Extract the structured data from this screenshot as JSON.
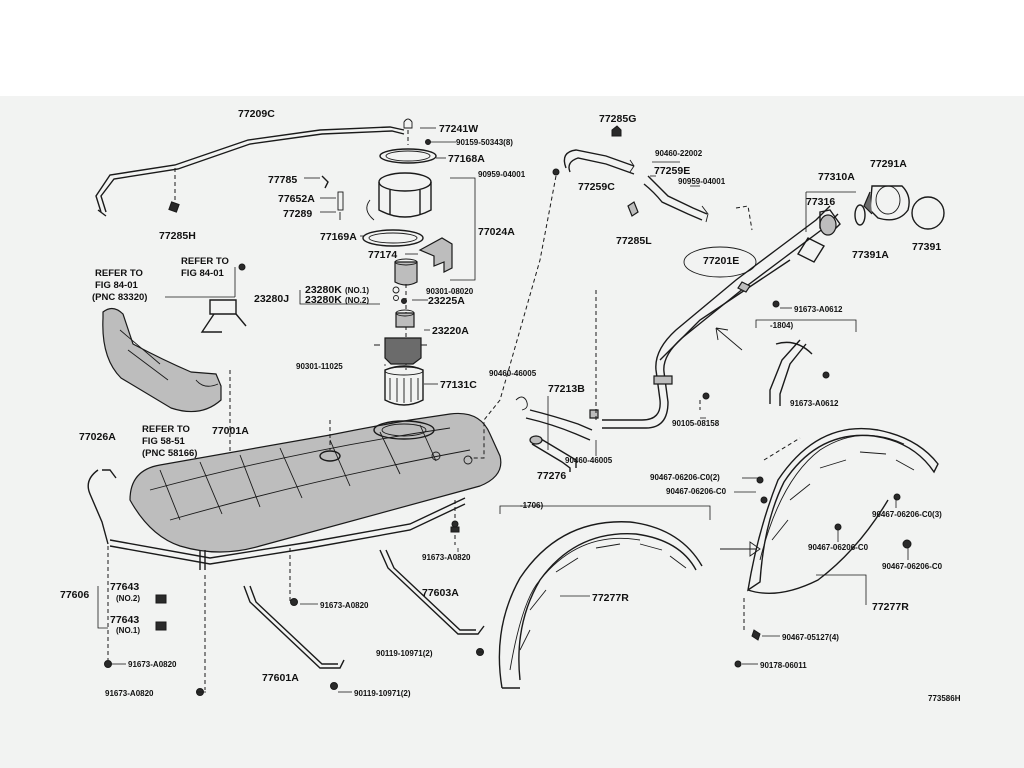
{
  "callouts": [
    {
      "id": "c1",
      "text": "77209C"
    },
    {
      "id": "c2",
      "text": "77241W"
    },
    {
      "id": "c3",
      "text": "90159-50343(8)"
    },
    {
      "id": "c4",
      "text": "77168A"
    },
    {
      "id": "c5",
      "text": "77785"
    },
    {
      "id": "c6",
      "text": "77652A"
    },
    {
      "id": "c7",
      "text": "77289"
    },
    {
      "id": "c8",
      "text": "77024A"
    },
    {
      "id": "c9",
      "text": "77169A"
    },
    {
      "id": "c10",
      "text": "77174"
    },
    {
      "id": "c11",
      "text": "77285H"
    },
    {
      "id": "c12",
      "text": "23280K"
    },
    {
      "id": "c13",
      "text": "(NO.1)"
    },
    {
      "id": "c14",
      "text": "90301-08020"
    },
    {
      "id": "c15",
      "text": "23280J"
    },
    {
      "id": "c16",
      "text": "23280K"
    },
    {
      "id": "c17",
      "text": "(NO.2)"
    },
    {
      "id": "c18",
      "text": "23225A"
    },
    {
      "id": "c19",
      "text": "23220A"
    },
    {
      "id": "c20",
      "text": "90301-11025"
    },
    {
      "id": "c21",
      "text": "77131C"
    },
    {
      "id": "c22",
      "text": "77001A"
    },
    {
      "id": "c23",
      "text": "77026A"
    },
    {
      "id": "c24",
      "text": "77285G"
    },
    {
      "id": "c25",
      "text": "90460-22002"
    },
    {
      "id": "c26",
      "text": "90959-04001"
    },
    {
      "id": "c27",
      "text": "77259C"
    },
    {
      "id": "c28",
      "text": "77259E"
    },
    {
      "id": "c29",
      "text": "90959-04001"
    },
    {
      "id": "c30",
      "text": "77285L"
    },
    {
      "id": "c31",
      "text": "77310A"
    },
    {
      "id": "c32",
      "text": "77291A"
    },
    {
      "id": "c33",
      "text": "77316"
    },
    {
      "id": "c34",
      "text": "77391A"
    },
    {
      "id": "c35",
      "text": "77391"
    },
    {
      "id": "c36",
      "text": "77201E"
    },
    {
      "id": "c37",
      "text": "91673-A0612"
    },
    {
      "id": "c38",
      "text": "-1804)"
    },
    {
      "id": "c39",
      "text": "91673-A0612"
    },
    {
      "id": "c40",
      "text": "90460-46005"
    },
    {
      "id": "c41",
      "text": "77213B"
    },
    {
      "id": "c42",
      "text": "90105-08158"
    },
    {
      "id": "c43",
      "text": "77276"
    },
    {
      "id": "c44",
      "text": "90460-46005"
    },
    {
      "id": "c45",
      "text": "90467-06206-C0(2)"
    },
    {
      "id": "c46",
      "text": "90467-06206-C0"
    },
    {
      "id": "c47",
      "text": "90467-06206-C0(3)"
    },
    {
      "id": "c48",
      "text": "90467-06206-C0"
    },
    {
      "id": "c49",
      "text": "90467-06206-C0"
    },
    {
      "id": "c50",
      "text": "-1706)"
    },
    {
      "id": "c51",
      "text": "77277R"
    },
    {
      "id": "c52",
      "text": "77277R"
    },
    {
      "id": "c53",
      "text": "90467-05127(4)"
    },
    {
      "id": "c54",
      "text": "90178-06011"
    },
    {
      "id": "c55",
      "text": "91673-A0820"
    },
    {
      "id": "c56",
      "text": "77606"
    },
    {
      "id": "c57",
      "text": "77643"
    },
    {
      "id": "c58",
      "text": "(NO.2)"
    },
    {
      "id": "c59",
      "text": "77643"
    },
    {
      "id": "c60",
      "text": "(NO.1)"
    },
    {
      "id": "c61",
      "text": "91673-A0820"
    },
    {
      "id": "c62",
      "text": "77603A"
    },
    {
      "id": "c63",
      "text": "90119-10971(2)"
    },
    {
      "id": "c64",
      "text": "91673-A0820"
    },
    {
      "id": "c65",
      "text": "77601A"
    },
    {
      "id": "c66",
      "text": "91673-A0820"
    },
    {
      "id": "c67",
      "text": "90119-10971(2)"
    },
    {
      "id": "c68",
      "text": "773586H"
    }
  ],
  "refs": [
    {
      "id": "r1",
      "text": "REFER TO"
    },
    {
      "id": "r2",
      "text": "FIG 84-01"
    },
    {
      "id": "r3",
      "text": "REFER TO"
    },
    {
      "id": "r4",
      "text": "FIG 84-01"
    },
    {
      "id": "r5",
      "text": "(PNC 83320)"
    },
    {
      "id": "r6",
      "text": "REFER TO"
    },
    {
      "id": "r7",
      "text": "FIG 58-51"
    },
    {
      "id": "r8",
      "text": "(PNC 58166)"
    }
  ]
}
